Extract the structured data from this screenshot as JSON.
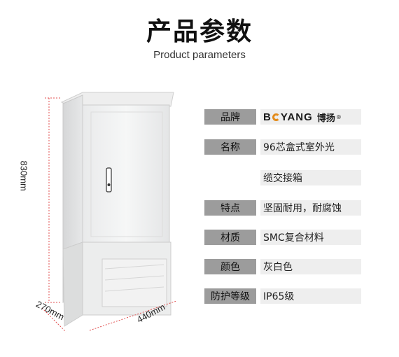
{
  "header": {
    "title_cn": "产品参数",
    "title_en": "Product parameters"
  },
  "dimensions": {
    "height": "830mm",
    "depth": "270mm",
    "width": "440mm"
  },
  "params": [
    {
      "label": "品牌",
      "value": "",
      "brand": {
        "prefix": "B",
        "rest": "YANG",
        "cn": "博扬",
        "reg": "®"
      }
    },
    {
      "label": "名称",
      "value": "96芯盒式室外光"
    },
    {
      "label": "",
      "value": "缆交接箱"
    },
    {
      "label": "特点",
      "value": "坚固耐用，耐腐蚀"
    },
    {
      "label": "材质",
      "value": "SMC复合材料"
    },
    {
      "label": "颜色",
      "value": "灰白色"
    },
    {
      "label": "防护等级",
      "value": "IP65级"
    }
  ],
  "colors": {
    "label_bg": "#9c9c9c",
    "value_bg": "#eeeeee",
    "dimension_line": "#e05050",
    "brand_accent": "#e38b1a"
  }
}
